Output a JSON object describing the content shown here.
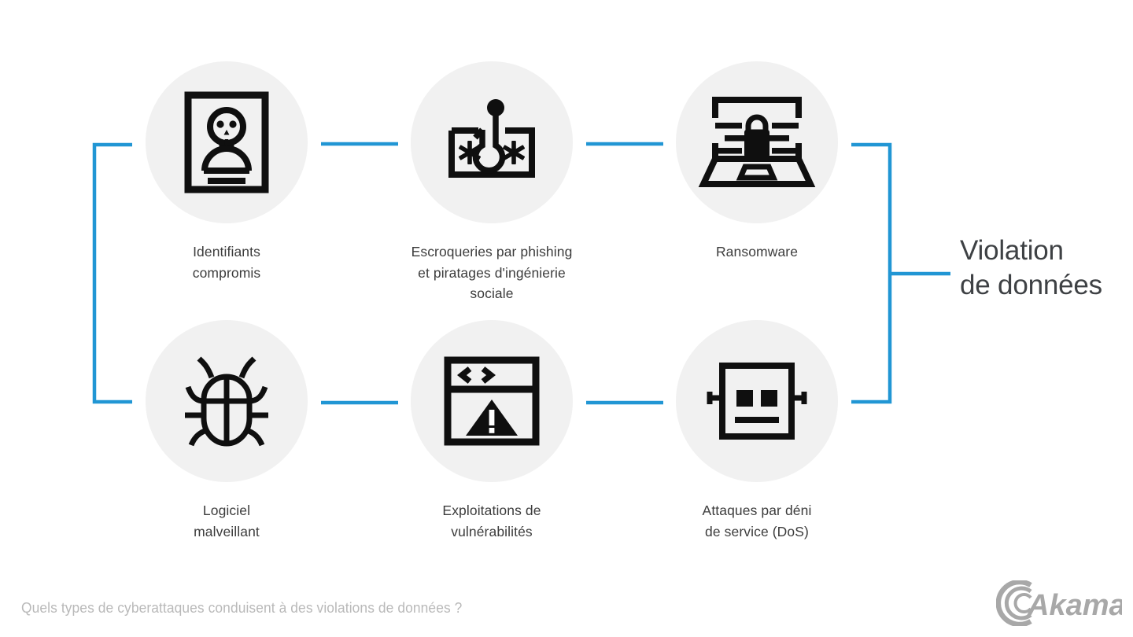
{
  "meta": {
    "background_color": "#ffffff",
    "accent_color": "#2196d4",
    "circle_fill": "#f1f1f1",
    "icon_color": "#0f0f0f",
    "label_color": "#3c3c3c",
    "outcome_color": "#3e4144",
    "caption_color": "#b9b9b9",
    "logo_color": "#a8a8a8"
  },
  "nodes": [
    {
      "id": "compromised-credentials",
      "icon": "id-badge-skull-icon",
      "label": "Identifiants\ncompromis",
      "row": "top",
      "column": 1
    },
    {
      "id": "phishing-scams",
      "icon": "phishing-hook-password-icon",
      "label": "Escroqueries par phishing\net piratages d'ingénierie\nsociale",
      "row": "top",
      "column": 2
    },
    {
      "id": "ransomware",
      "icon": "laptop-lock-icon",
      "label": "Ransomware",
      "row": "top",
      "column": 3
    },
    {
      "id": "malware",
      "icon": "bug-icon",
      "label": "Logiciel\nmalveillant",
      "row": "bottom",
      "column": 1
    },
    {
      "id": "vulnerability-exploits",
      "icon": "browser-code-warning-icon",
      "label": "Exploitations de\nvulnérabilités",
      "row": "bottom",
      "column": 2
    },
    {
      "id": "dos-attacks",
      "icon": "robot-face-icon",
      "label": "Attaques par déni\nde service (DoS)",
      "row": "bottom",
      "column": 3
    }
  ],
  "outcome": {
    "label": "Violation\nde données"
  },
  "caption": {
    "text": "Quels types de cyberattaques conduisent à des violations de données ?"
  },
  "logo": {
    "name": "Akamai",
    "wordmark": "Akamai"
  }
}
